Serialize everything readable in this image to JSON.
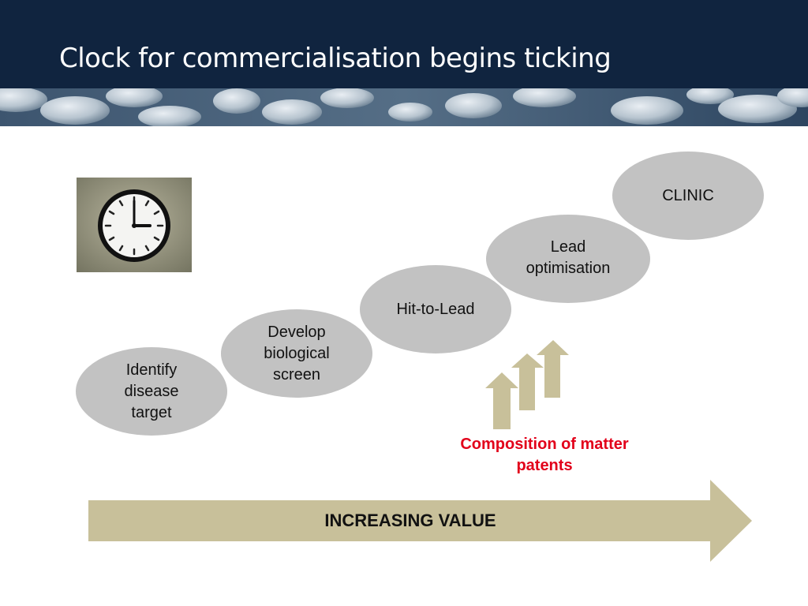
{
  "slide": {
    "title": "Clock for commercialisation begins ticking"
  },
  "steps": [
    {
      "label": "Identify\ndisease\ntarget"
    },
    {
      "label": "Develop\nbiological\nscreen"
    },
    {
      "label": "Hit-to-Lead"
    },
    {
      "label": "Lead\noptimisation"
    },
    {
      "label": "CLINIC"
    }
  ],
  "patents": {
    "label": "Composition of matter\npatents",
    "color": "#e2001a"
  },
  "value_arrow": {
    "label": "INCREASING VALUE",
    "color": "#c8c09a"
  },
  "colors": {
    "header": "#10243f",
    "step_fill": "#c2c2c2",
    "small_arrow": "#c8c09a"
  },
  "images": {
    "clock_photo": "wall-clock-photo",
    "banner": "cells-micrograph-banner"
  }
}
